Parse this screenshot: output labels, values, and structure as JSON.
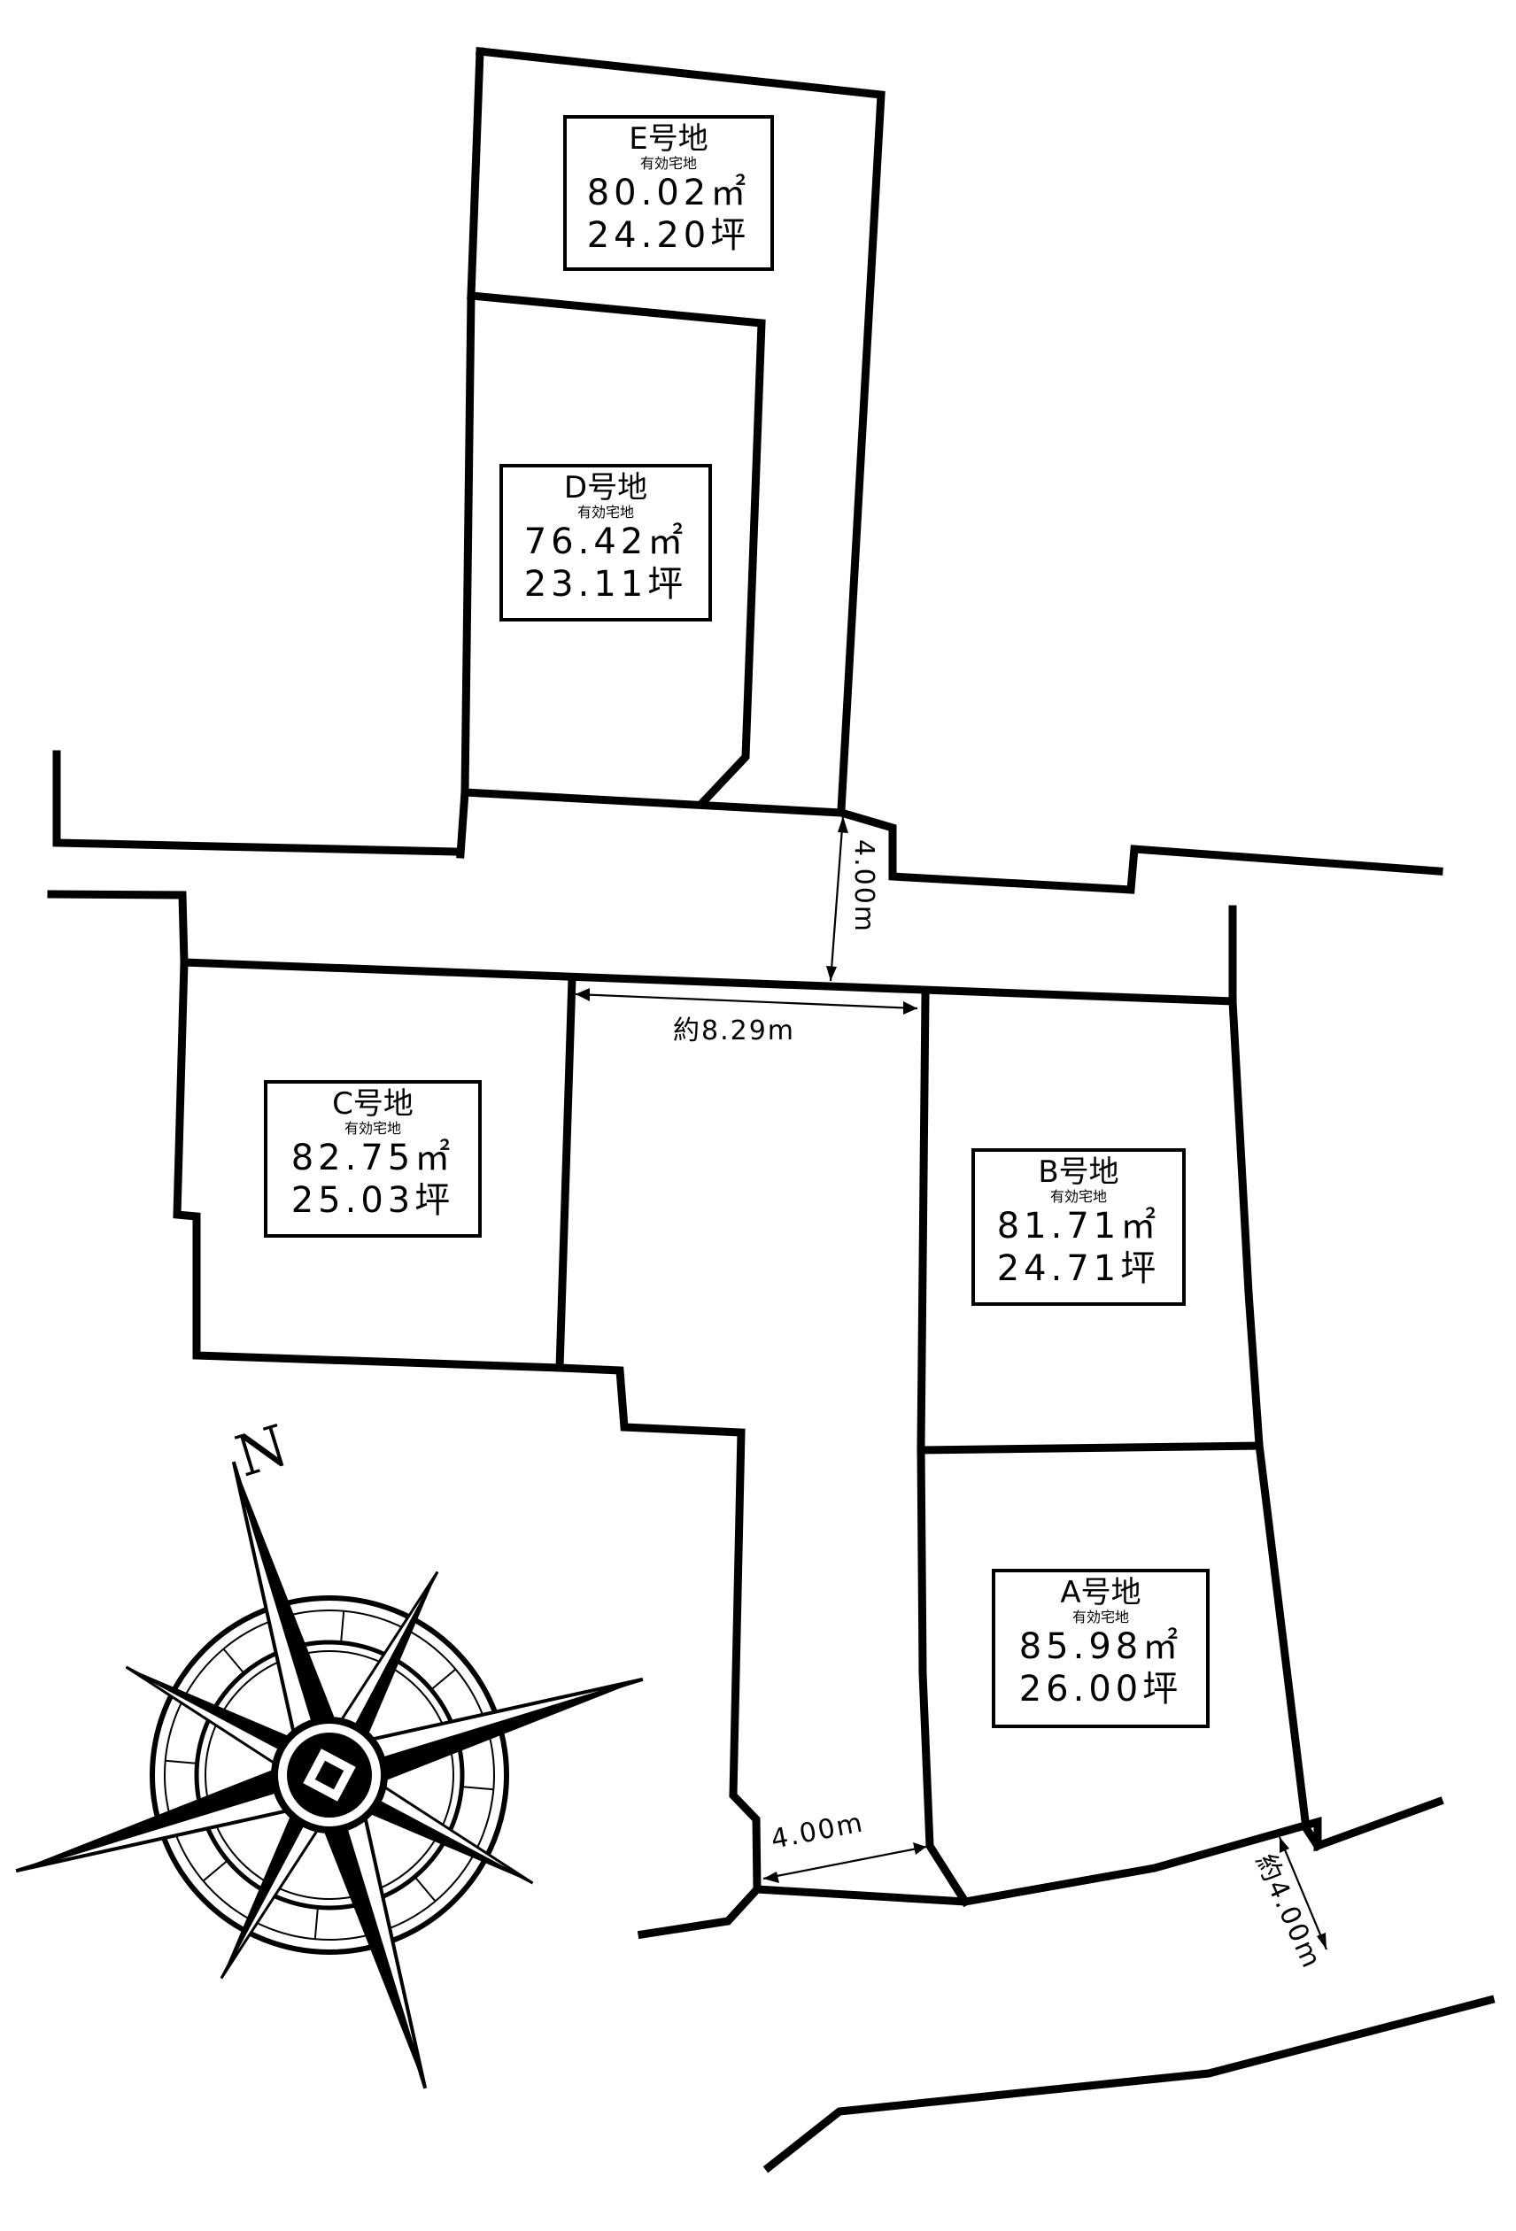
{
  "lots": [
    {
      "id": "E",
      "name": "E号地",
      "sub": "有効宅地",
      "sqm": "80.02㎡",
      "tsubo": "24.20坪"
    },
    {
      "id": "D",
      "name": "D号地",
      "sub": "有効宅地",
      "sqm": "76.42㎡",
      "tsubo": "23.11坪"
    },
    {
      "id": "C",
      "name": "C号地",
      "sub": "有効宅地",
      "sqm": "82.75㎡",
      "tsubo": "25.03坪"
    },
    {
      "id": "B",
      "name": "B号地",
      "sub": "有効宅地",
      "sqm": "81.71㎡",
      "tsubo": "24.71坪"
    },
    {
      "id": "A",
      "name": "A号地",
      "sub": "有効宅地",
      "sqm": "85.98㎡",
      "tsubo": "26.00坪"
    }
  ],
  "dimensions": {
    "road_north_width": "4.00m",
    "private_road_width": "約8.29m",
    "private_road_exit": "4.00m",
    "road_south_width": "約4.00m"
  },
  "compass": {
    "north_label": "N",
    "icon": "compass-rose-icon"
  }
}
